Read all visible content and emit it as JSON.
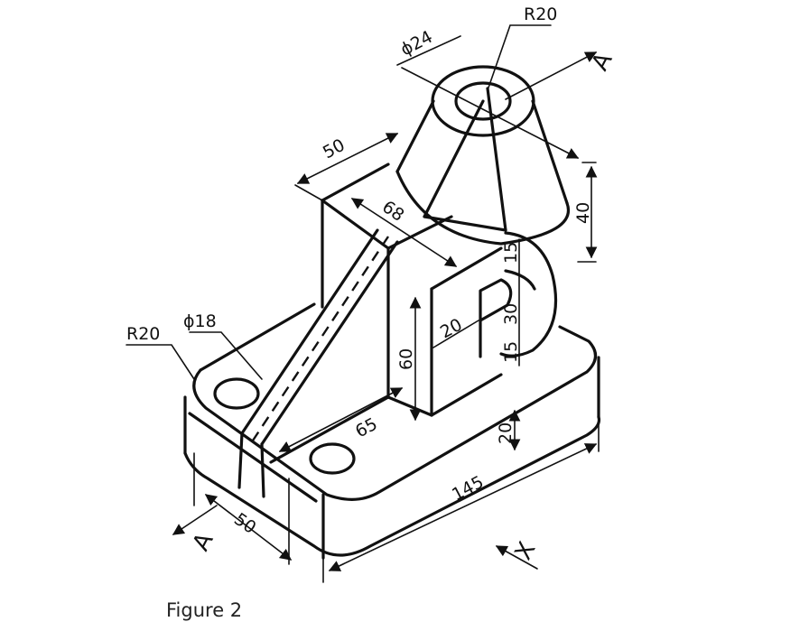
{
  "caption": "Figure 2",
  "dimensions": {
    "r20_top": "R20",
    "dia24": "ϕ24",
    "d50_top": "50",
    "d68": "68",
    "d40": "40",
    "d15_upper": "15",
    "d30": "30",
    "d15_lower": "15",
    "d20_hole": "20",
    "d60": "60",
    "dia18": "ϕ18",
    "r20_left": "R20",
    "d65": "65",
    "d20_base": "20",
    "d145": "145",
    "d50_bottom": "50"
  },
  "view_labels": {
    "section_top": "A",
    "section_bottom": "A",
    "view_x": "X"
  }
}
